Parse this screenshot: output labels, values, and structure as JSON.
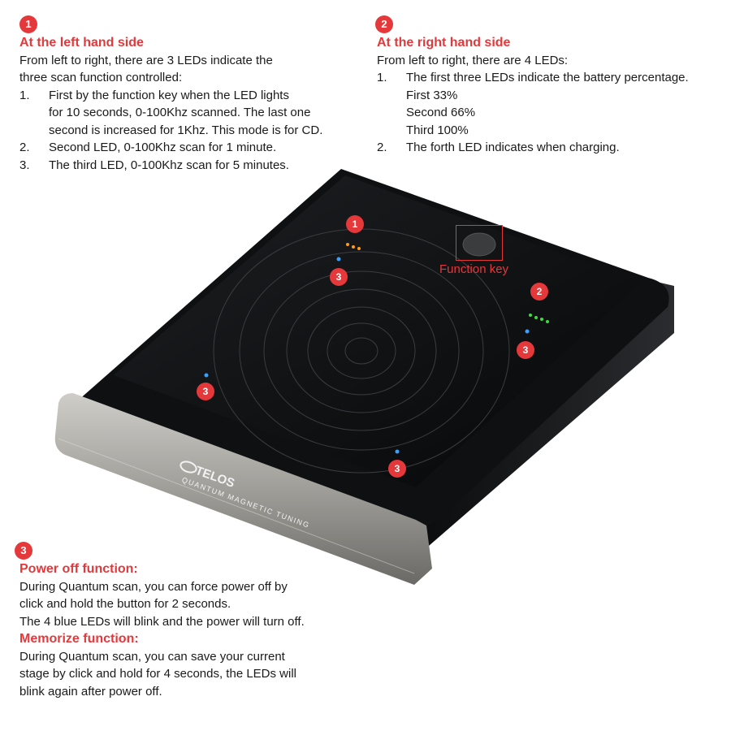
{
  "left_section": {
    "badge": "1",
    "heading": "At the left hand side",
    "intro_line1": "From left to right, there are 3 LEDs indicate the",
    "intro_line2": "three scan function controlled:",
    "items": [
      {
        "num": "1.",
        "lines": [
          "First by the function key when the LED lights",
          "for 10 seconds, 0-100Khz scanned. The last one",
          "second is increased for 1Khz. This mode is for CD."
        ]
      },
      {
        "num": "2.",
        "lines": [
          "Second LED, 0-100Khz scan for 1 minute."
        ]
      },
      {
        "num": "3.",
        "lines": [
          "The third LED, 0-100Khz scan for 5 minutes."
        ]
      }
    ]
  },
  "right_section": {
    "badge": "2",
    "heading": "At the right hand side",
    "intro": "From left to right, there are 4 LEDs:",
    "item1": {
      "num": "1.",
      "text": "The first three LEDs indicate the battery percentage."
    },
    "sub_items": [
      "First 33%",
      "Second 66%",
      "Third 100%"
    ],
    "item2": {
      "num": "2.",
      "text": "The forth LED indicates when charging."
    }
  },
  "bottom_section": {
    "badge": "3",
    "heading1": "Power off function:",
    "lines1": [
      "During Quantum scan, you can force power off by",
      "click and hold the button for 2 seconds.",
      "The 4 blue LEDs will blink and the power will turn off."
    ],
    "heading2": "Memorize function:",
    "lines2": [
      "During Quantum scan, you can save your current",
      "stage by click and hold for 4 seconds, the LEDs will",
      "blink again after power off."
    ]
  },
  "device": {
    "function_key_label": "Function key",
    "brand": "TELOS",
    "tagline": "QUANTUM MAGNETIC TUNING",
    "callouts": [
      "1",
      "2",
      "3",
      "3",
      "3",
      "3"
    ],
    "colors": {
      "accent": "#e5383b",
      "body": "#121416",
      "led_orange": "#ff9a1f",
      "led_green": "#3fdc3f",
      "led_blue": "#3aa0ff"
    }
  }
}
